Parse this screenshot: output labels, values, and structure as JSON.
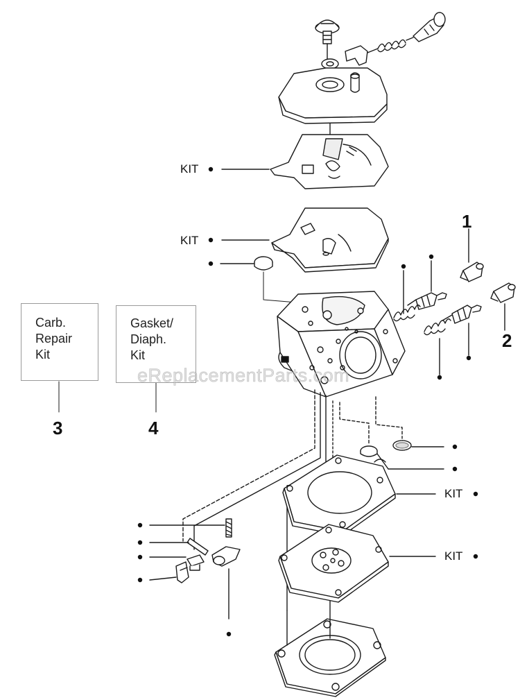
{
  "kit_boxes": {
    "carb_repair": {
      "lines": [
        "Carb.",
        "Repair",
        "Kit"
      ],
      "number": "3"
    },
    "gasket_diaph": {
      "lines": [
        "Gasket/",
        "Diaph.",
        "Kit"
      ],
      "number": "4"
    }
  },
  "callouts": {
    "part_1": "1",
    "part_2": "2"
  },
  "kit_labels": {
    "pump_gasket": "KIT",
    "pump_diaphragm": "KIT",
    "metering_gasket": "KIT",
    "metering_diaphragm": "KIT"
  },
  "watermark": "eReplacementParts.com",
  "colors": {
    "line": "#1a1a1a",
    "box_border": "#9a9a9a",
    "watermark": "#c8c8c8"
  }
}
